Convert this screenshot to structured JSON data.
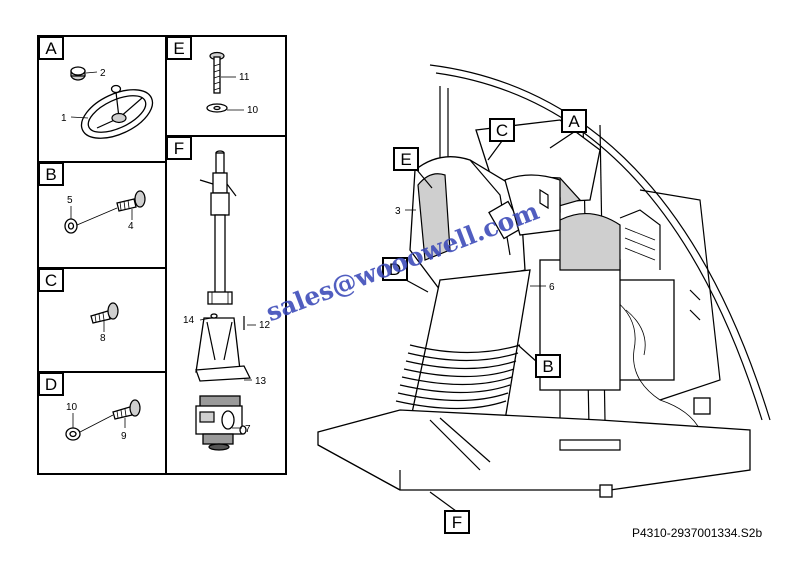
{
  "panels": {
    "A": {
      "letter": "A",
      "callouts": [
        "2",
        "1"
      ]
    },
    "B": {
      "letter": "B",
      "callouts": [
        "5",
        "4"
      ]
    },
    "C": {
      "letter": "C",
      "callouts": [
        "8"
      ]
    },
    "D": {
      "letter": "D",
      "callouts": [
        "10",
        "9"
      ]
    },
    "E": {
      "letter": "E",
      "callouts": [
        "11",
        "10"
      ]
    },
    "F": {
      "letter": "F",
      "callouts": [
        "14",
        "12",
        "13",
        "7"
      ]
    }
  },
  "main_view": {
    "labels": [
      "A",
      "C",
      "E",
      "D",
      "B",
      "F"
    ],
    "callouts": [
      "3",
      "6"
    ]
  },
  "watermark": "sales@wooowell.com",
  "reference": "P4310-2937001334.S2b",
  "colors": {
    "watermark": "#3a48b8",
    "line": "#000000"
  }
}
